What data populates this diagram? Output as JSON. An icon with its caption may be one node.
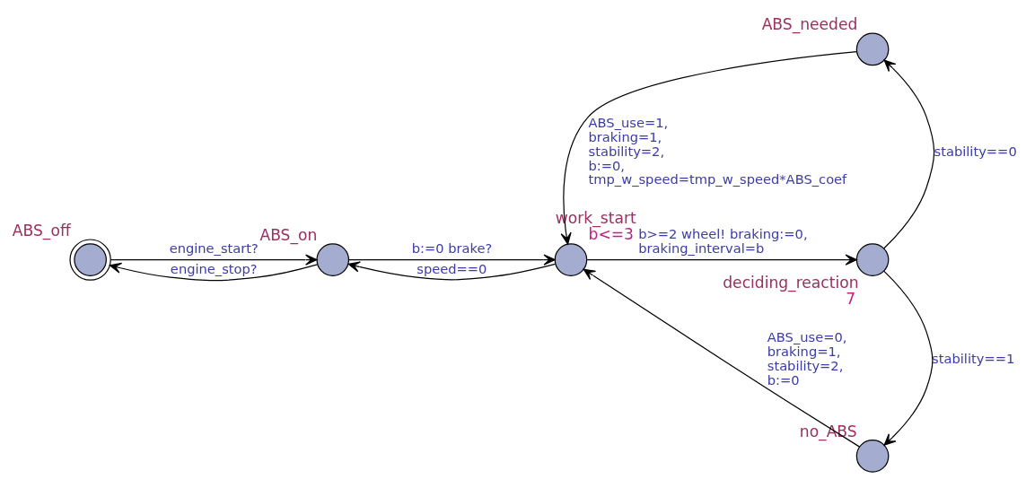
{
  "diagram": {
    "nodes": [
      {
        "text": [
          "ABS_off"
        ]
      },
      {
        "text": [
          "ABS_on"
        ]
      },
      {
        "text": [
          "work_start"
        ],
        "beside": [
          "b<=3"
        ]
      },
      {
        "text": [
          "ABS_needed"
        ]
      },
      {
        "text": [
          "deciding_reaction"
        ],
        "beside": [
          "7"
        ]
      },
      {
        "text": [
          "no_ABS"
        ]
      }
    ],
    "edges": [
      {
        "from": 0,
        "to": 1,
        "arrow": "to",
        "label": "engine_start?"
      },
      {
        "from": 1,
        "to": 0,
        "arrow": "to",
        "label": "engine_stop?"
      },
      {
        "from": 1,
        "to": 2,
        "arrow": "to",
        "label": "b:=0 brake?"
      },
      {
        "from": 2,
        "to": 1,
        "arrow": "to",
        "label": "speed==0"
      },
      {
        "from": 2,
        "to": 4,
        "arrow": "to",
        "label": "b>=2 wheel! braking:=0, braking_interval=b"
      },
      {
        "from": 4,
        "to": 3,
        "arrow": "to",
        "label": "stability==0"
      },
      {
        "from": 4,
        "to": 5,
        "arrow": "to",
        "label": "stability==1"
      },
      {
        "from": 3,
        "to": 2,
        "arrow": "to",
        "label": "ABS_use=1, braking=1, stability=2, b:=0, tmp_w_speed=tmp_w_speed*ABS_coef"
      },
      {
        "from": 5,
        "to": 2,
        "arrow": "to",
        "label": "ABS_use=0, braking=1, stability=2, b:=0"
      }
    ]
  }
}
